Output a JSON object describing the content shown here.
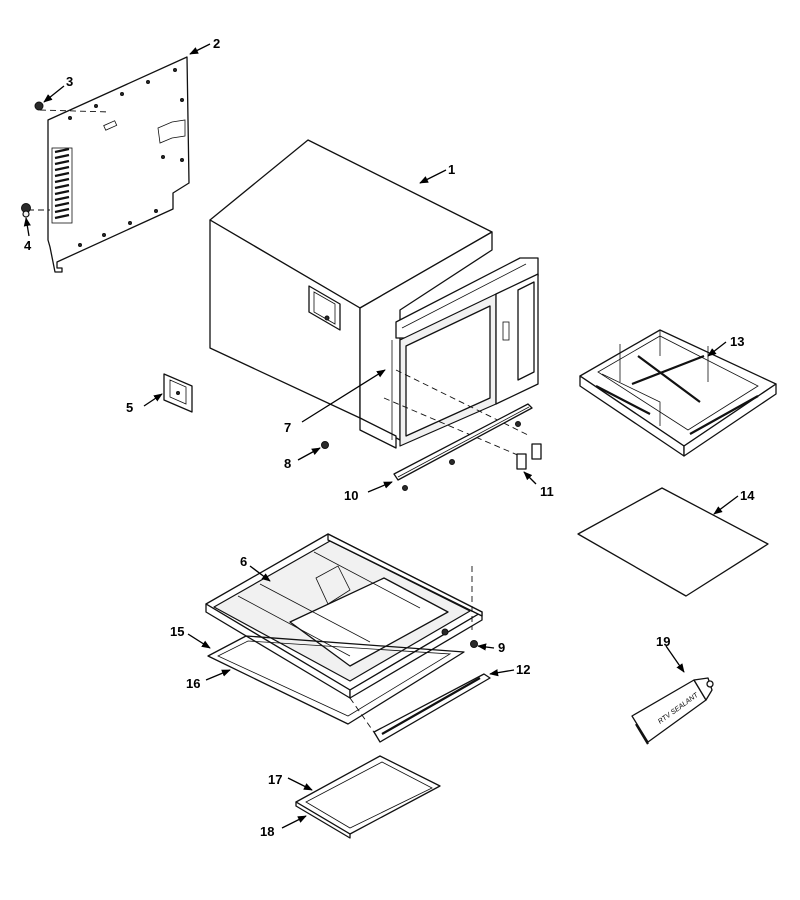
{
  "callouts": [
    {
      "id": "1",
      "label": "1"
    },
    {
      "id": "2",
      "label": "2"
    },
    {
      "id": "3",
      "label": "3"
    },
    {
      "id": "4",
      "label": "4"
    },
    {
      "id": "5",
      "label": "5"
    },
    {
      "id": "6",
      "label": "6"
    },
    {
      "id": "7",
      "label": "7"
    },
    {
      "id": "8",
      "label": "8"
    },
    {
      "id": "9",
      "label": "9"
    },
    {
      "id": "10",
      "label": "10"
    },
    {
      "id": "11",
      "label": "11"
    },
    {
      "id": "12",
      "label": "12"
    },
    {
      "id": "13",
      "label": "13"
    },
    {
      "id": "14",
      "label": "14"
    },
    {
      "id": "15",
      "label": "15"
    },
    {
      "id": "16",
      "label": "16"
    },
    {
      "id": "17",
      "label": "17"
    },
    {
      "id": "18",
      "label": "18"
    },
    {
      "id": "19",
      "label": "19"
    }
  ],
  "tube_text": "RTV SEALANT",
  "colors": {
    "line": "#111111",
    "background": "#ffffff"
  }
}
